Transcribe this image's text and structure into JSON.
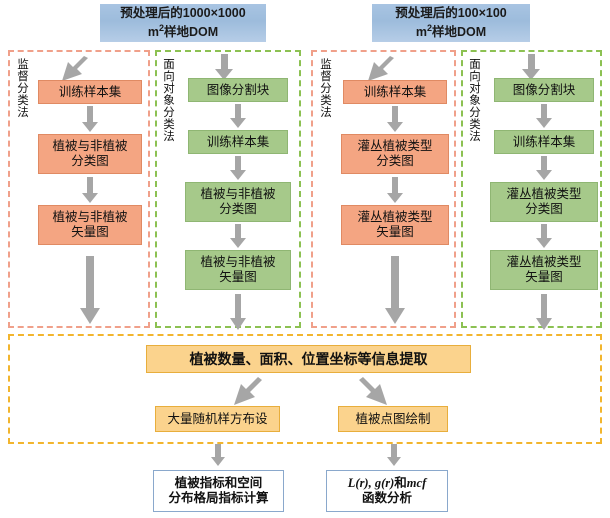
{
  "headers": [
    {
      "line1": "预处理后的1000×1000",
      "line2_pre": "m",
      "line2_sup": "2",
      "line2_post": "样地DOM"
    },
    {
      "line1": "预处理后的100×100",
      "line2_pre": "m",
      "line2_sup": "2",
      "line2_post": "样地DOM"
    }
  ],
  "group_labels": {
    "supervised": "监督分类法",
    "object_oriented": "面向对象分类法"
  },
  "columns": [
    {
      "id": "col1-supervised-1000",
      "method": "监督分类法",
      "boxes": [
        {
          "line1": "训练样本集",
          "line2": ""
        },
        {
          "line1": "植被与非植被",
          "line2": "分类图"
        },
        {
          "line1": "植被与非植被",
          "line2": "矢量图"
        }
      ]
    },
    {
      "id": "col2-object-1000",
      "method": "面向对象分类法",
      "boxes": [
        {
          "line1": "图像分割块",
          "line2": ""
        },
        {
          "line1": "训练样本集",
          "line2": ""
        },
        {
          "line1": "植被与非植被",
          "line2": "分类图"
        },
        {
          "line1": "植被与非植被",
          "line2": "矢量图"
        }
      ]
    },
    {
      "id": "col3-supervised-100",
      "method": "监督分类法",
      "boxes": [
        {
          "line1": "训练样本集",
          "line2": ""
        },
        {
          "line1": "灌丛植被类型",
          "line2": "分类图"
        },
        {
          "line1": "灌丛植被类型",
          "line2": "矢量图"
        }
      ]
    },
    {
      "id": "col4-object-100",
      "method": "面向对象分类法",
      "boxes": [
        {
          "line1": "图像分割块",
          "line2": ""
        },
        {
          "line1": "训练样本集",
          "line2": ""
        },
        {
          "line1": "灌丛植被类型",
          "line2": "分类图"
        },
        {
          "line1": "灌丛植被类型",
          "line2": "矢量图"
        }
      ]
    }
  ],
  "bottom": {
    "extraction": "植被数量、面积、位置坐标等信息提取",
    "branch_left": "大量随机样方布设",
    "branch_right": "植被点图绘制",
    "result_left_line1": "植被指标和空间",
    "result_left_line2": "分布格局指标计算",
    "result_right_line1_a": "L(r), g(r)",
    "result_right_line1_b": "和",
    "result_right_line1_c": "mcf",
    "result_right_line2": "函数分析"
  },
  "colors": {
    "header_blue": "#a8c4e2",
    "box_orange": "#f4a582",
    "box_green": "#a6c98a",
    "box_yellow": "#fbd38d",
    "box_white_border": "#8aa8cc",
    "frame_salmon": "#f0a08a",
    "frame_green": "#8cc152",
    "frame_yellow": "#f2b52e",
    "arrow_gray": "#a6a6a6"
  }
}
